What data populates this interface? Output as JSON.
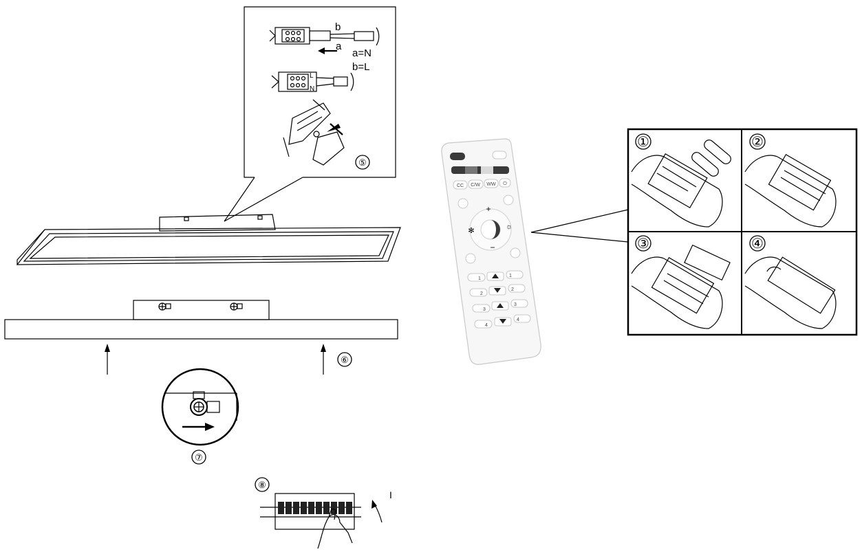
{
  "step5": {
    "number": "⑤",
    "label_b": "b",
    "label_a": "a",
    "label_L": "L",
    "label_N": "N",
    "legend_a": "a=N",
    "legend_b": "b=L"
  },
  "step6": {
    "number": "⑥"
  },
  "step7": {
    "number": "⑦"
  },
  "step8": {
    "number": "⑧",
    "switch_on": "I"
  },
  "remote": {
    "buttons_row": [
      "CC",
      "C/W",
      "WW",
      "⏻"
    ],
    "plus": "+",
    "minus": "−",
    "memory_rows": [
      {
        "left": "1",
        "right": "1"
      },
      {
        "left": "2",
        "right": "2"
      },
      {
        "left": "3",
        "right": "3"
      },
      {
        "left": "4",
        "right": "4"
      }
    ]
  },
  "battery_steps": [
    {
      "number": "①"
    },
    {
      "number": "②"
    },
    {
      "number": "③"
    },
    {
      "number": "④"
    }
  ],
  "colors": {
    "line": "#000000",
    "remote_body": "#f7f7f7",
    "remote_dark": "#3a3a3a"
  }
}
